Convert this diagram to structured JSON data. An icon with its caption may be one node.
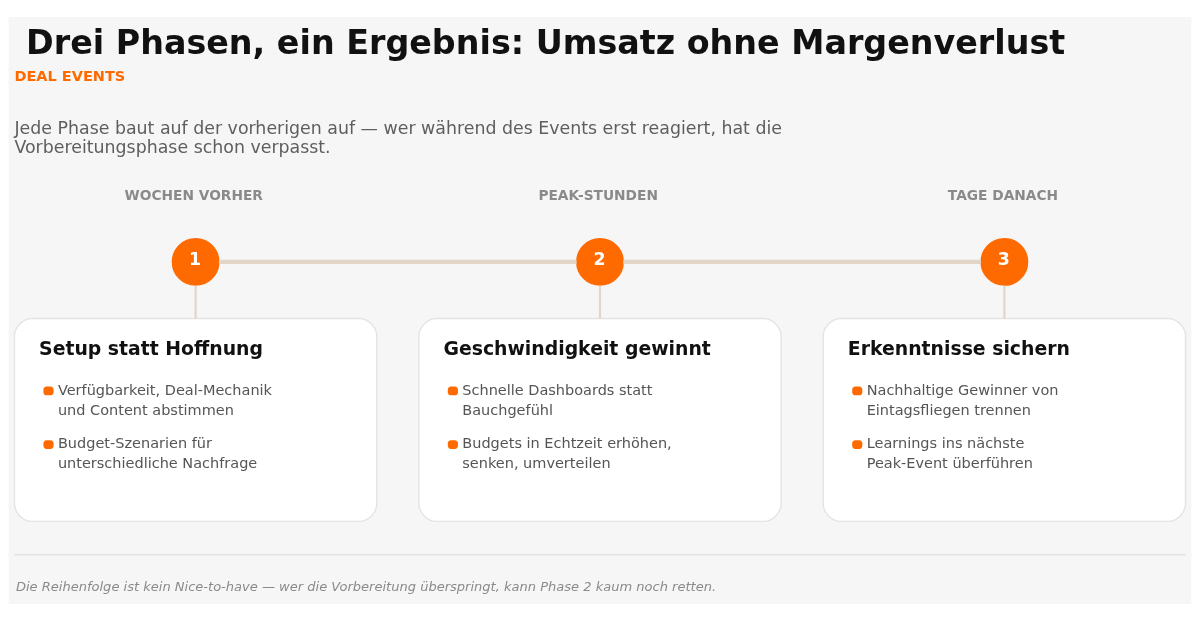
{
  "diagram": {
    "title": "Drei Phasen, ein Ergebnis: Umsatz ohne Margenverlust",
    "caption": "Die Reihenfolge ist kein Nice-to-have — wer die Vorbereitung überspringt, kann Phase 2 kaum noch retten.",
    "nodes": [
      {
        "text": [
          "1"
        ],
        "beside": [
          "WOCHEN VORHER"
        ]
      },
      {
        "text": [
          "2"
        ],
        "beside": [
          "PEAK-STUNDEN"
        ]
      },
      {
        "text": [
          "3"
        ],
        "beside": [
          "TAGE DANACH"
        ]
      },
      {
        "text": [
          "Setup statt Hoffnung",
          "Verfügbarkeit, Deal-Mechanik und Content abstimmen",
          "Budget-Szenarien für unterschiedliche Nachfrage"
        ]
      },
      {
        "text": [
          "Geschwindigkeit gewinnt",
          "Schnelle Dashboards statt Bauchgefühl",
          "Budgets in Echtzeit erhöhen, senken, umverteilen"
        ]
      },
      {
        "text": [
          "Erkenntnisse sichern",
          "Nachhaltige Gewinner von Eintagsfliegen trennen",
          "Learnings ins nächste Peak-Event überführen"
        ]
      }
    ],
    "edges": [
      {
        "from": 0,
        "to": 1,
        "arrow": "none",
        "style": "thick"
      },
      {
        "from": 1,
        "to": 2,
        "arrow": "none",
        "style": "thick"
      },
      {
        "from": 0,
        "to": 3,
        "arrow": "none"
      },
      {
        "from": 1,
        "to": 4,
        "arrow": "none"
      },
      {
        "from": 2,
        "to": 5,
        "arrow": "none"
      }
    ],
    "labels": [
      "DEAL EVENTS",
      "Jede Phase baut auf der vorherigen auf — wer während des Events erst reagiert, hat die Vorbereitungsphase schon verpasst."
    ]
  }
}
